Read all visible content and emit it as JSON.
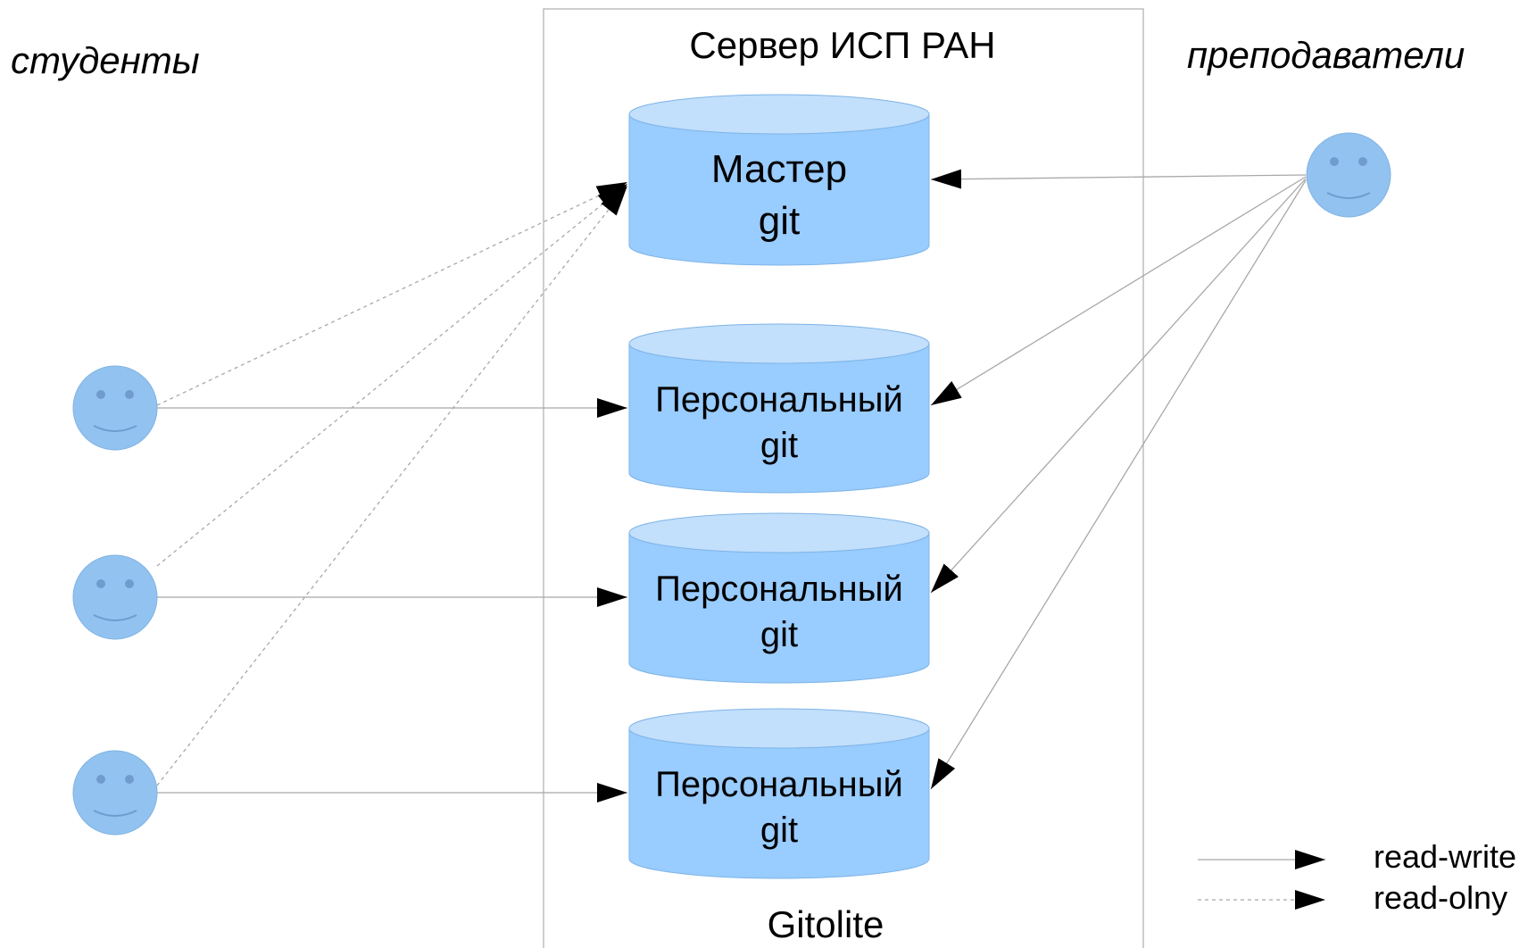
{
  "groups": {
    "students": "студенты",
    "teachers": "преподаватели"
  },
  "server": {
    "title": "Сервер ИСП РАН",
    "footer": "Gitolite"
  },
  "repos": {
    "master": {
      "line1": "Мастер",
      "line2": "git"
    },
    "personal": [
      {
        "line1": "Персональный",
        "line2": "git"
      },
      {
        "line1": "Персональный",
        "line2": "git"
      },
      {
        "line1": "Персональный",
        "line2": "git"
      }
    ]
  },
  "legend": {
    "read_write": "read-write",
    "read_only": "read-olny"
  },
  "colors": {
    "cylinder_body": "#99ccff",
    "cylinder_top": "#c2dffc",
    "smiley": "#92c3f0",
    "line": "#a8a8a8"
  }
}
